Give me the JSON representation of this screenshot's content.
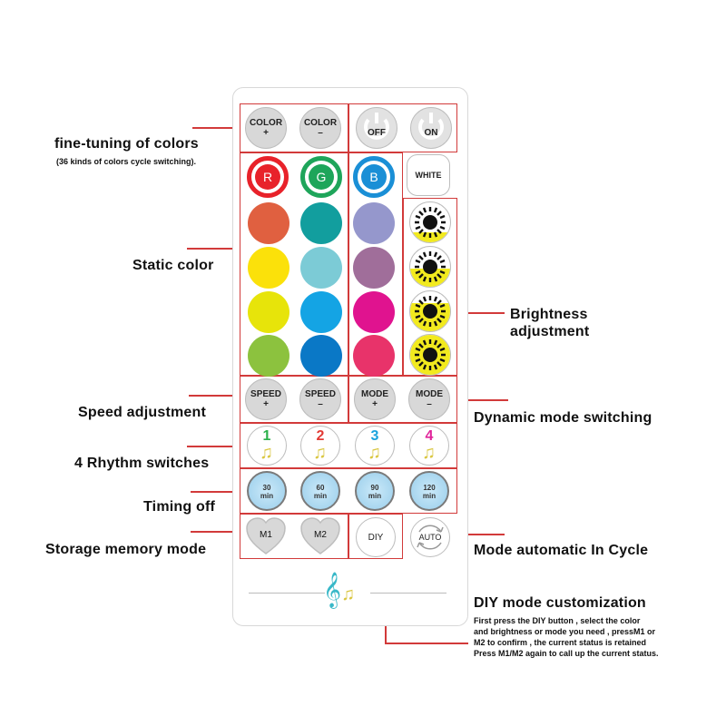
{
  "labels": {
    "fine_tuning": "fine-tuning of colors",
    "fine_tuning_sub": "(36 kinds of colors cycle switching).",
    "static_color": "Static color",
    "speed_adjustment": "Speed adjustment",
    "rhythm_switches": "4 Rhythm switches",
    "timing_off": "Timing off",
    "storage_memory": "Storage memory mode",
    "brightness_1": "Brightness",
    "brightness_2": "adjustment",
    "dynamic_mode": "Dynamic mode switching",
    "mode_auto": "Mode automatic  In  Cycle",
    "diy_title": "DIY mode customization",
    "diy_desc": [
      "First press the DIY button , select  the color",
      "and brightness or mode you need , pressM1 or",
      "M2 to confirm , the current status is retained",
      "Press M1/M2 again to call up the current status."
    ]
  },
  "buttons": {
    "color_plus_1": "COLOR",
    "color_plus_2": "+",
    "color_minus_1": "COLOR",
    "color_minus_2": "–",
    "off": "OFF",
    "on": "ON",
    "r": "R",
    "g": "G",
    "b": "B",
    "white": "WHITE",
    "speed_plus_1": "SPEED",
    "speed_plus_2": "+",
    "speed_minus_1": "SPEED",
    "speed_minus_2": "–",
    "mode_plus_1": "MODE",
    "mode_plus_2": "+",
    "mode_minus_1": "MODE",
    "mode_minus_2": "–",
    "rhythm": [
      "1",
      "2",
      "3",
      "4"
    ],
    "timer_1": [
      "30",
      "min"
    ],
    "timer_2": [
      "60",
      "min"
    ],
    "timer_3": [
      "90",
      "min"
    ],
    "timer_4": [
      "120",
      "min"
    ],
    "m1": "M1",
    "m2": "M2",
    "diy": "DIY",
    "auto": "AUTO"
  },
  "colors": {
    "accent_red": "#d23a3a",
    "r": "#e8222a",
    "g": "#1ea55a",
    "b": "#1a8fd6",
    "rhythm": [
      "#2bb04a",
      "#e23a35",
      "#1aa3dd",
      "#e0249a"
    ],
    "swatches_col1": [
      "#e06040",
      "#fbe10a",
      "#e7e40a",
      "#8cc23e"
    ],
    "swatches_col2": [
      "#129e9e",
      "#7ccbd6",
      "#14a4e4",
      "#0a78c6"
    ],
    "swatches_col3": [
      "#9597cc",
      "#a06e9a",
      "#e0138f",
      "#e8336a"
    ]
  }
}
